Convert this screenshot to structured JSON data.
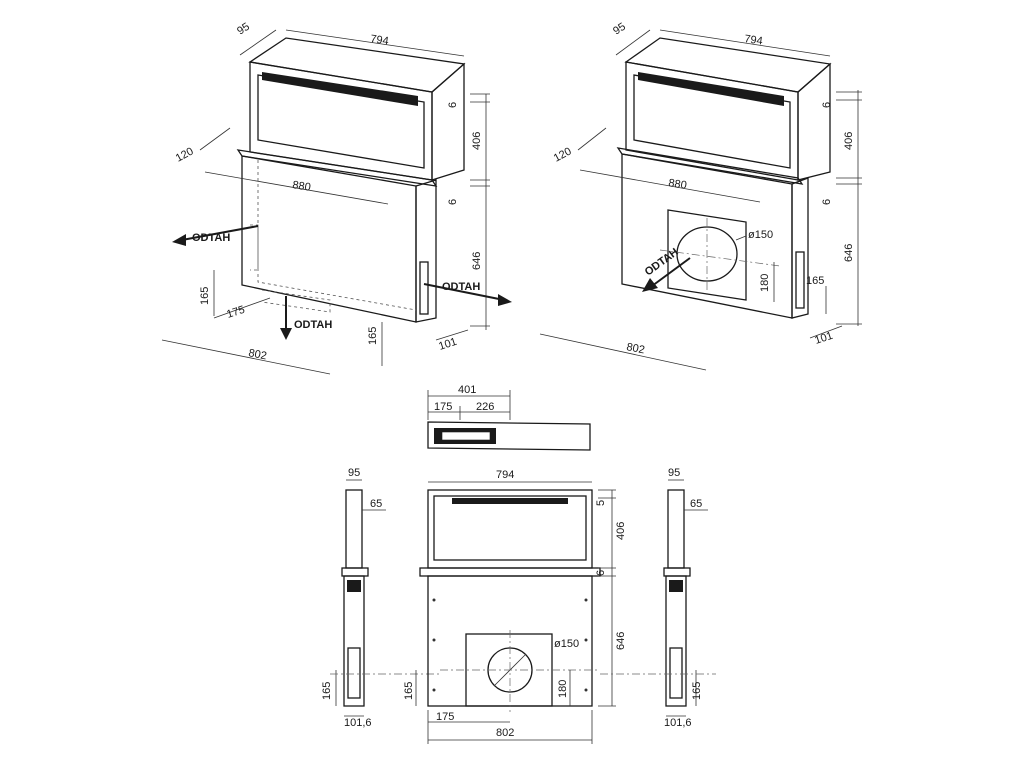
{
  "dims": {
    "d794": "794",
    "d95": "95",
    "d6": "6",
    "d406": "406",
    "d646": "646",
    "d120": "120",
    "d880": "880",
    "d165": "165",
    "d175": "175",
    "d802": "802",
    "d101": "101",
    "d150": "ø150",
    "d180": "180",
    "d401": "401",
    "d226": "226",
    "d65": "65",
    "d5": "5",
    "d1016": "101,6"
  },
  "labels": {
    "odtah": "ODTAH"
  }
}
